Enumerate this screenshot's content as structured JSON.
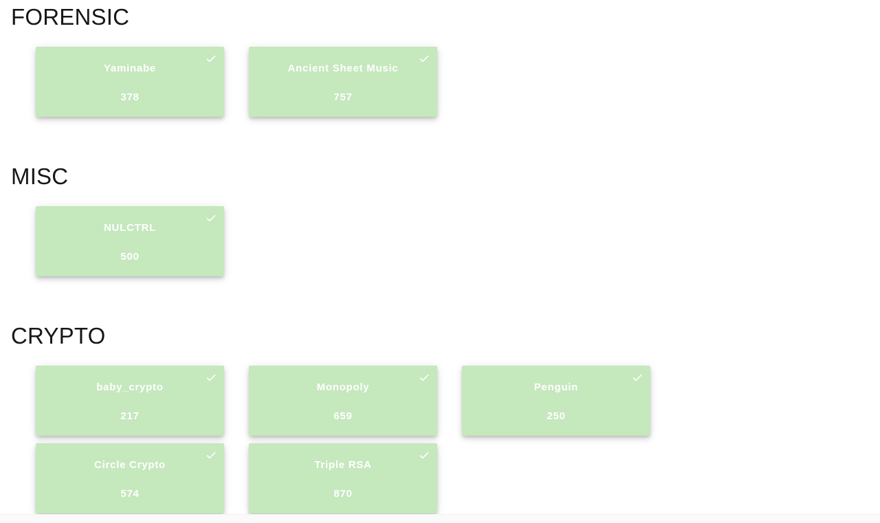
{
  "page": {
    "background_color": "#ffffff",
    "solved_card_color": "#c5e8bd",
    "card_text_color": "#ffffff",
    "title_color": "#17171b",
    "footer_color": "#fafafa"
  },
  "icons": {
    "check": "check-icon"
  },
  "sections": [
    {
      "id": "forensic",
      "title": "FORENSIC",
      "cards": [
        {
          "title": "Yaminabe",
          "points": "378",
          "solved": true
        },
        {
          "title": "Ancient Sheet Music",
          "points": "757",
          "solved": true
        }
      ]
    },
    {
      "id": "misc",
      "title": "MISC",
      "cards": [
        {
          "title": "NULCTRL",
          "points": "500",
          "solved": true
        }
      ]
    },
    {
      "id": "crypto",
      "title": "CRYPTO",
      "cards": [
        {
          "title": "baby_crypto",
          "points": "217",
          "solved": true
        },
        {
          "title": "Monopoly",
          "points": "659",
          "solved": true
        },
        {
          "title": "Penguin",
          "points": "250",
          "solved": true
        },
        {
          "title": "Circle Crypto",
          "points": "574",
          "solved": true
        },
        {
          "title": "Triple RSA",
          "points": "870",
          "solved": true
        }
      ]
    }
  ]
}
